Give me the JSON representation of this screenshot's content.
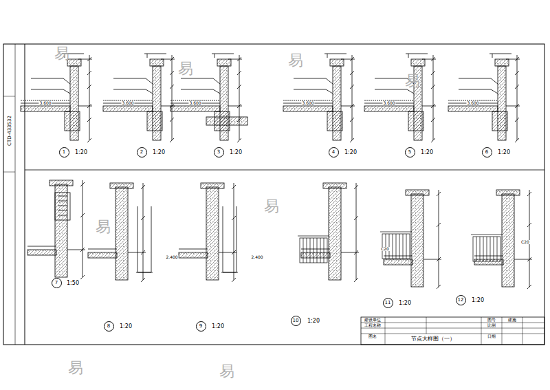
{
  "diagram": {
    "nodes": [
      {
        "text": [
          "1"
        ]
      },
      {
        "text": [
          "2"
        ]
      },
      {
        "text": [
          "3"
        ]
      },
      {
        "text": [
          "4"
        ]
      },
      {
        "text": [
          "5"
        ]
      },
      {
        "text": [
          "6"
        ]
      },
      {
        "text": [
          "7"
        ]
      },
      {
        "text": [
          "8"
        ]
      },
      {
        "text": [
          "9"
        ]
      },
      {
        "text": [
          "10"
        ]
      },
      {
        "text": [
          "11"
        ]
      },
      {
        "text": [
          "12"
        ]
      }
    ],
    "labels": [
      "1:20",
      "1:20",
      "1:20",
      "1:20",
      "1:20",
      "1:20",
      "1:50",
      "1:20",
      "1:20",
      "1:20",
      "1:20",
      "1:20",
      "3.600",
      "3.600",
      "3.600",
      "3.600",
      "3.600",
      "3.600",
      "2.400",
      "2.400",
      "C20",
      "C20",
      "节点大样图（一）",
      "建设单位",
      "工程名称",
      "图名",
      "图号",
      "建施",
      "比例",
      "日期",
      "CTD-433532",
      "易",
      "易",
      "易",
      "易",
      "易",
      "易",
      "易",
      "易"
    ]
  }
}
